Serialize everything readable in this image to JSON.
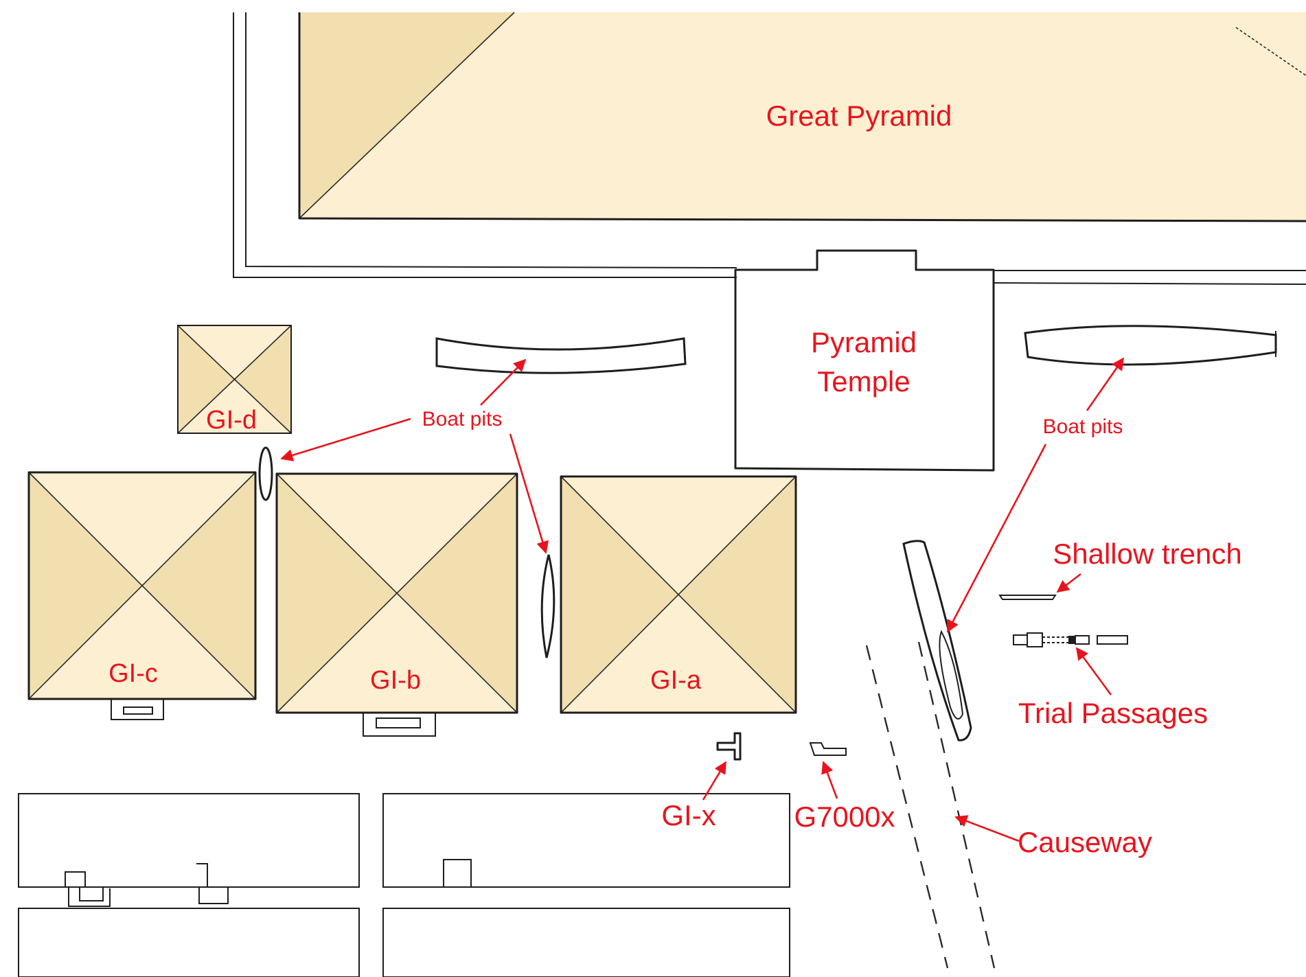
{
  "labels": {
    "great_pyramid": "Great Pyramid",
    "temple_line1": "Pyramid",
    "temple_line2": "Temple",
    "boat_pits_left": "Boat pits",
    "boat_pits_right": "Boat pits",
    "gi_d": "GI-d",
    "gi_c": "GI-c",
    "gi_b": "GI-b",
    "gi_a": "GI-a",
    "gi_x": "GI-x",
    "g7000x": "G7000x",
    "shallow_trench": "Shallow trench",
    "trial_passages": "Trial Passages",
    "causeway": "Causeway"
  },
  "colors": {
    "label": "#e8141d",
    "light_face": "#fdf0d2",
    "dark_face": "#f1dfb0",
    "outline": "#1e1e1e"
  }
}
